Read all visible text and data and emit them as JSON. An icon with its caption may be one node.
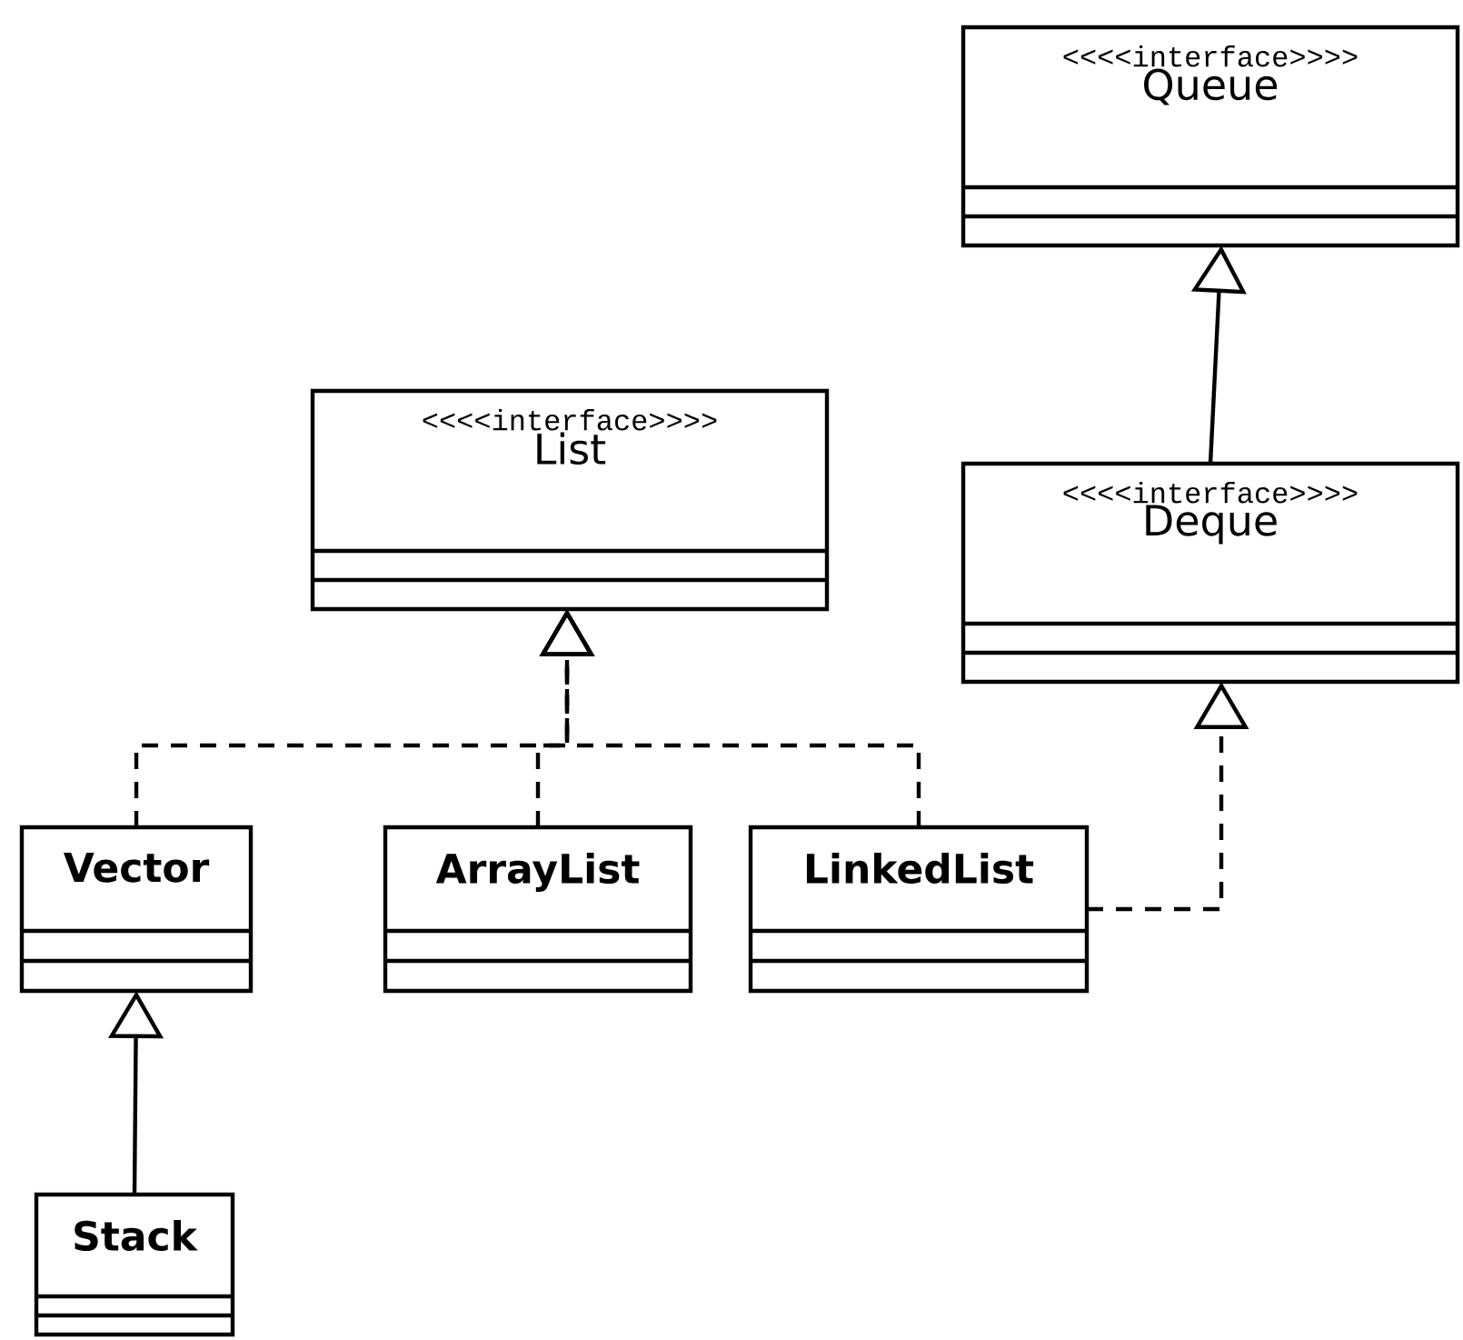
{
  "diagram": {
    "nodes": [
      {
        "text": [
          "<<<<interface>>>>",
          "Queue"
        ]
      },
      {
        "text": [
          "<<<<interface>>>>",
          "List"
        ]
      },
      {
        "text": [
          "<<<<interface>>>>",
          "Deque"
        ]
      },
      {
        "text": [
          "Vector"
        ]
      },
      {
        "text": [
          "ArrayList"
        ]
      },
      {
        "text": [
          "LinkedList"
        ]
      },
      {
        "text": [
          "Stack"
        ]
      }
    ],
    "edges": [
      {
        "from": 2,
        "to": 0,
        "arrow": "to"
      },
      {
        "from": 3,
        "to": 1,
        "arrow": "to",
        "style": "dashed"
      },
      {
        "from": 4,
        "to": 1,
        "arrow": "to",
        "style": "dashed"
      },
      {
        "from": 5,
        "to": 1,
        "arrow": "to",
        "style": "dashed"
      },
      {
        "from": 5,
        "to": 2,
        "arrow": "to",
        "style": "dashed"
      },
      {
        "from": 6,
        "to": 3,
        "arrow": "to"
      }
    ]
  }
}
